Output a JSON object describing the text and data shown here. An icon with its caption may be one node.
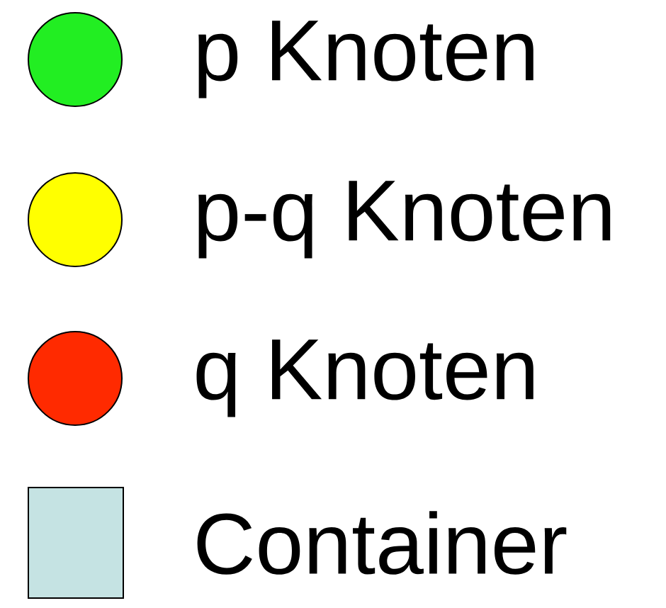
{
  "diagram": {
    "legend": [
      {
        "text": "p Knoten",
        "color": "#22ee22"
      },
      {
        "text": "p-q Knoten",
        "color": "#ffff00"
      },
      {
        "text": "q Knoten",
        "color": "#ff2a00"
      },
      {
        "text": "Container",
        "color": "#c5e3e3"
      }
    ]
  }
}
